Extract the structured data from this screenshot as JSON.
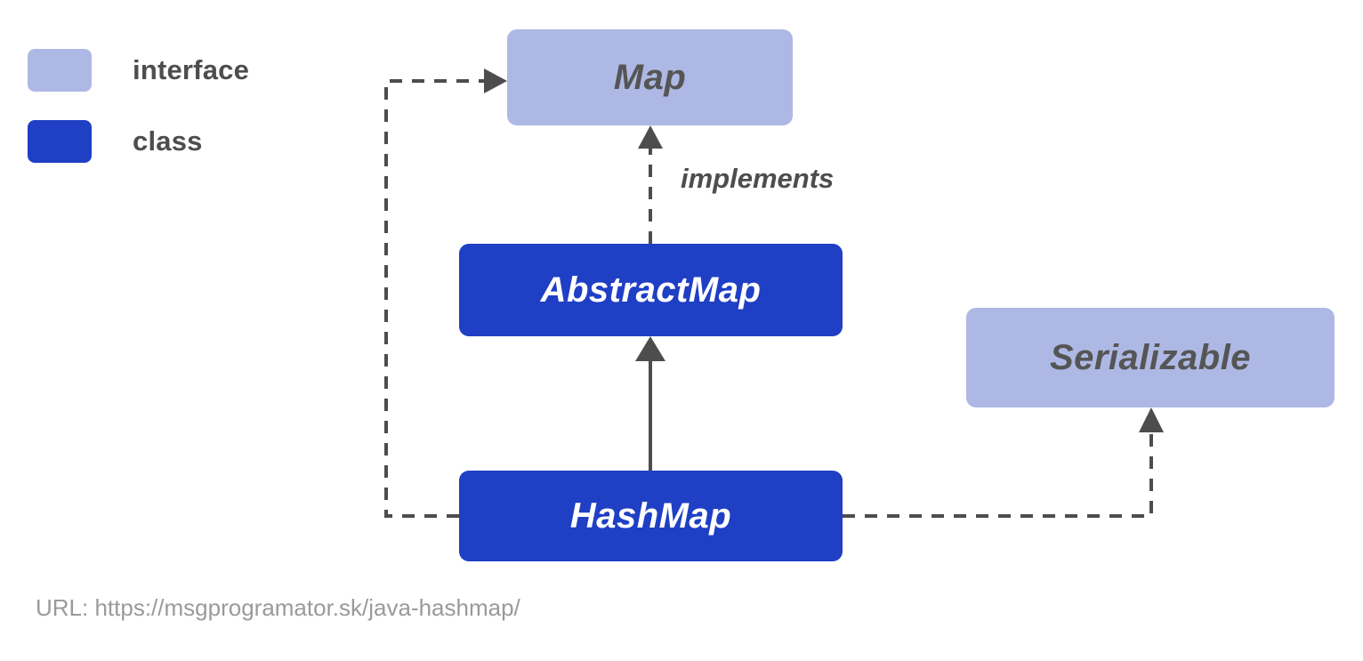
{
  "legend": {
    "items": [
      {
        "label": "interface",
        "color": "#aeb8e4",
        "kind": "interface"
      },
      {
        "label": "class",
        "color": "#1f3fc4",
        "kind": "class"
      }
    ]
  },
  "diagram": {
    "nodes": [
      {
        "id": "map",
        "label": "Map",
        "kind": "interface",
        "color": "#aeb8e4",
        "text_color": "#555555"
      },
      {
        "id": "abstractmap",
        "label": "AbstractMap",
        "kind": "class",
        "color": "#1f3fc4",
        "text_color": "#ffffff"
      },
      {
        "id": "hashmap",
        "label": "HashMap",
        "kind": "class",
        "color": "#1f3fc4",
        "text_color": "#ffffff"
      },
      {
        "id": "serializable",
        "label": "Serializable",
        "kind": "interface",
        "color": "#aeb8e4",
        "text_color": "#555555"
      }
    ],
    "edges": [
      {
        "id": "hashmap-implements-map",
        "from": "hashmap",
        "to": "map",
        "style": "dashed",
        "arrow": "triangle",
        "label": ""
      },
      {
        "id": "abstractmap-implements-map",
        "from": "abstractmap",
        "to": "map",
        "style": "dashed",
        "arrow": "triangle",
        "label": "implements"
      },
      {
        "id": "hashmap-extends-abstractmap",
        "from": "hashmap",
        "to": "abstractmap",
        "style": "solid",
        "arrow": "triangle",
        "label": ""
      },
      {
        "id": "hashmap-implements-serializable",
        "from": "hashmap",
        "to": "serializable",
        "style": "dashed",
        "arrow": "triangle",
        "label": ""
      }
    ],
    "edge_color": "#4d4d4d"
  },
  "footer": {
    "url_text": "URL: https://msgprogramator.sk/java-hashmap/"
  }
}
